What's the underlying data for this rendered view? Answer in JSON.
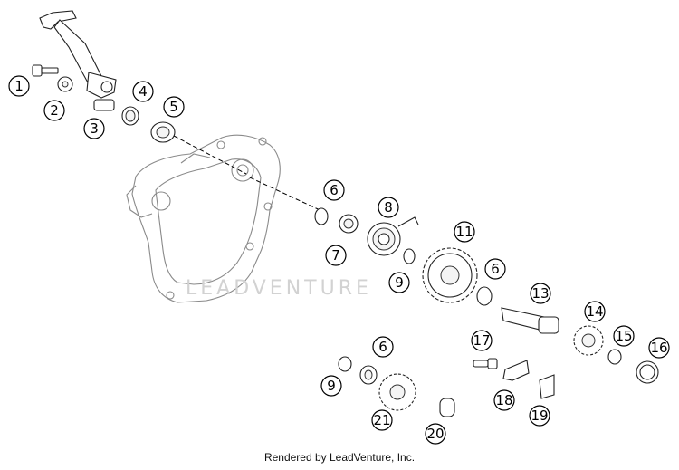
{
  "diagram": {
    "watermark": "LEADVENTURE",
    "footer": "Rendered by LeadVenture, Inc."
  },
  "callouts": [
    "1",
    "2",
    "3",
    "4",
    "5",
    "6",
    "7",
    "8",
    "9",
    "11",
    "6",
    "13",
    "14",
    "15",
    "16",
    "17",
    "6",
    "9",
    "18",
    "19",
    "21",
    "20"
  ]
}
